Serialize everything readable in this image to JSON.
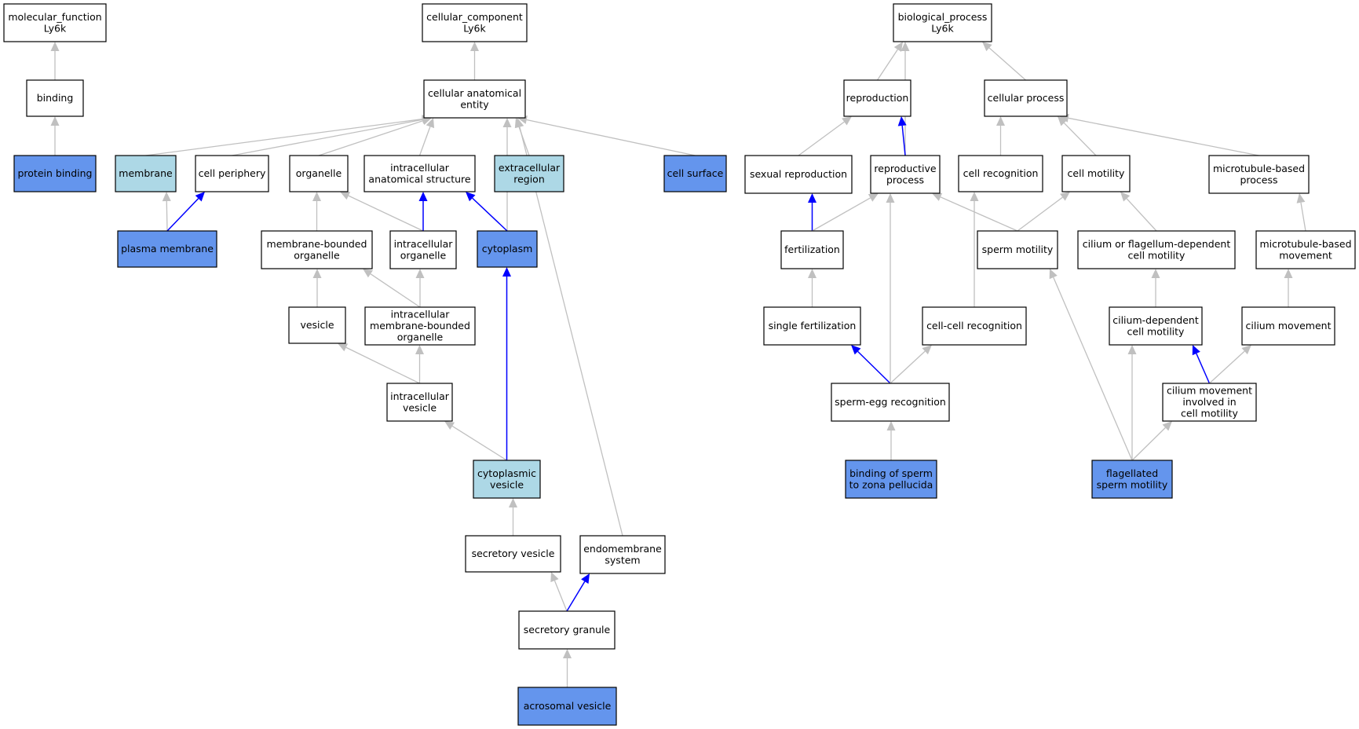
{
  "colors": {
    "white": "#ffffff",
    "light": "#add8e6",
    "dark": "#6495ed",
    "edge_grey": "#c0c0c0",
    "edge_blue": "#0000ff"
  },
  "nodes": {
    "mf": {
      "lines": [
        "molecular_function",
        "Ly6k"
      ],
      "fill": "white"
    },
    "binding": {
      "lines": [
        "binding"
      ],
      "fill": "white"
    },
    "protein_binding": {
      "lines": [
        "protein binding"
      ],
      "fill": "dark"
    },
    "cc": {
      "lines": [
        "cellular_component",
        "Ly6k"
      ],
      "fill": "white"
    },
    "cae": {
      "lines": [
        "cellular anatomical",
        "entity"
      ],
      "fill": "white"
    },
    "membrane": {
      "lines": [
        "membrane"
      ],
      "fill": "light"
    },
    "cell_periphery": {
      "lines": [
        "cell periphery"
      ],
      "fill": "white"
    },
    "organelle": {
      "lines": [
        "organelle"
      ],
      "fill": "white"
    },
    "ias": {
      "lines": [
        "intracellular",
        "anatomical structure"
      ],
      "fill": "white"
    },
    "extracellular_region": {
      "lines": [
        "extracellular",
        "region"
      ],
      "fill": "light"
    },
    "cell_surface": {
      "lines": [
        "cell surface"
      ],
      "fill": "dark"
    },
    "plasma_membrane": {
      "lines": [
        "plasma membrane"
      ],
      "fill": "dark"
    },
    "mbo": {
      "lines": [
        "membrane-bounded",
        "organelle"
      ],
      "fill": "white"
    },
    "io": {
      "lines": [
        "intracellular",
        "organelle"
      ],
      "fill": "white"
    },
    "cytoplasm": {
      "lines": [
        "cytoplasm"
      ],
      "fill": "dark"
    },
    "vesicle": {
      "lines": [
        "vesicle"
      ],
      "fill": "white"
    },
    "imbo": {
      "lines": [
        "intracellular",
        "membrane-bounded",
        "organelle"
      ],
      "fill": "white"
    },
    "iv": {
      "lines": [
        "intracellular",
        "vesicle"
      ],
      "fill": "white"
    },
    "cv": {
      "lines": [
        "cytoplasmic",
        "vesicle"
      ],
      "fill": "light"
    },
    "sv": {
      "lines": [
        "secretory vesicle"
      ],
      "fill": "white"
    },
    "es": {
      "lines": [
        "endomembrane",
        "system"
      ],
      "fill": "white"
    },
    "sg": {
      "lines": [
        "secretory granule"
      ],
      "fill": "white"
    },
    "av": {
      "lines": [
        "acrosomal vesicle"
      ],
      "fill": "dark"
    },
    "bp": {
      "lines": [
        "biological_process",
        "Ly6k"
      ],
      "fill": "white"
    },
    "reproduction": {
      "lines": [
        "reproduction"
      ],
      "fill": "white"
    },
    "cp": {
      "lines": [
        "cellular process"
      ],
      "fill": "white"
    },
    "sr": {
      "lines": [
        "sexual reproduction"
      ],
      "fill": "white"
    },
    "rp": {
      "lines": [
        "reproductive",
        "process"
      ],
      "fill": "white"
    },
    "cr": {
      "lines": [
        "cell recognition"
      ],
      "fill": "white"
    },
    "cm": {
      "lines": [
        "cell motility"
      ],
      "fill": "white"
    },
    "mbp": {
      "lines": [
        "microtubule-based",
        "process"
      ],
      "fill": "white"
    },
    "fert": {
      "lines": [
        "fertilization"
      ],
      "fill": "white"
    },
    "sm": {
      "lines": [
        "sperm motility"
      ],
      "fill": "white"
    },
    "cfdcm": {
      "lines": [
        "cilium or flagellum-dependent",
        "cell motility"
      ],
      "fill": "white"
    },
    "mbm": {
      "lines": [
        "microtubule-based",
        "movement"
      ],
      "fill": "white"
    },
    "sf": {
      "lines": [
        "single fertilization"
      ],
      "fill": "white"
    },
    "ccr": {
      "lines": [
        "cell-cell recognition"
      ],
      "fill": "white"
    },
    "cdcm": {
      "lines": [
        "cilium-dependent",
        "cell motility"
      ],
      "fill": "white"
    },
    "cmov": {
      "lines": [
        "cilium movement"
      ],
      "fill": "white"
    },
    "ser": {
      "lines": [
        "sperm-egg recognition"
      ],
      "fill": "white"
    },
    "cmicm": {
      "lines": [
        "cilium movement",
        "involved in",
        "cell motility"
      ],
      "fill": "white"
    },
    "bszp": {
      "lines": [
        "binding of sperm",
        "to zona pellucida"
      ],
      "fill": "dark"
    },
    "fsm": {
      "lines": [
        "flagellated",
        "sperm motility"
      ],
      "fill": "dark"
    }
  },
  "edges": [
    [
      "binding",
      "mf",
      "grey"
    ],
    [
      "protein_binding",
      "binding",
      "grey"
    ],
    [
      "cae",
      "cc",
      "grey"
    ],
    [
      "membrane",
      "cae",
      "grey"
    ],
    [
      "cell_periphery",
      "cae",
      "grey"
    ],
    [
      "organelle",
      "cae",
      "grey"
    ],
    [
      "ias",
      "cae",
      "grey"
    ],
    [
      "extracellular_region",
      "cae",
      "grey"
    ],
    [
      "cell_surface",
      "cae",
      "grey"
    ],
    [
      "cytoplasm",
      "cae",
      "grey"
    ],
    [
      "es",
      "cae",
      "grey"
    ],
    [
      "plasma_membrane",
      "membrane",
      "grey"
    ],
    [
      "plasma_membrane",
      "cell_periphery",
      "blue"
    ],
    [
      "mbo",
      "organelle",
      "grey"
    ],
    [
      "io",
      "organelle",
      "grey"
    ],
    [
      "io",
      "ias",
      "blue"
    ],
    [
      "cytoplasm",
      "ias",
      "blue"
    ],
    [
      "vesicle",
      "mbo",
      "grey"
    ],
    [
      "imbo",
      "mbo",
      "grey"
    ],
    [
      "imbo",
      "io",
      "grey"
    ],
    [
      "iv",
      "vesicle",
      "grey"
    ],
    [
      "iv",
      "imbo",
      "grey"
    ],
    [
      "cv",
      "iv",
      "grey"
    ],
    [
      "cv",
      "cytoplasm",
      "blue"
    ],
    [
      "sv",
      "cv",
      "grey"
    ],
    [
      "sg",
      "sv",
      "grey"
    ],
    [
      "sg",
      "es",
      "blue"
    ],
    [
      "av",
      "sg",
      "grey"
    ],
    [
      "reproduction",
      "bp",
      "grey"
    ],
    [
      "cp",
      "bp",
      "grey"
    ],
    [
      "rp",
      "bp",
      "grey"
    ],
    [
      "sr",
      "reproduction",
      "grey"
    ],
    [
      "rp",
      "reproduction",
      "blue"
    ],
    [
      "cr",
      "cp",
      "grey"
    ],
    [
      "cm",
      "cp",
      "grey"
    ],
    [
      "mbp",
      "cp",
      "grey"
    ],
    [
      "fert",
      "sr",
      "blue"
    ],
    [
      "fert",
      "rp",
      "grey"
    ],
    [
      "sm",
      "rp",
      "grey"
    ],
    [
      "sm",
      "cm",
      "grey"
    ],
    [
      "cfdcm",
      "cm",
      "grey"
    ],
    [
      "mbm",
      "mbp",
      "grey"
    ],
    [
      "sf",
      "fert",
      "grey"
    ],
    [
      "ccr",
      "cr",
      "grey"
    ],
    [
      "cdcm",
      "cfdcm",
      "grey"
    ],
    [
      "cmov",
      "mbm",
      "grey"
    ],
    [
      "ser",
      "sf",
      "blue"
    ],
    [
      "ser",
      "ccr",
      "grey"
    ],
    [
      "ser",
      "rp",
      "grey"
    ],
    [
      "cmicm",
      "cdcm",
      "blue"
    ],
    [
      "cmicm",
      "cmov",
      "grey"
    ],
    [
      "bszp",
      "ser",
      "grey"
    ],
    [
      "fsm",
      "sm",
      "grey"
    ],
    [
      "fsm",
      "cdcm",
      "grey"
    ],
    [
      "fsm",
      "cmicm",
      "grey"
    ]
  ]
}
